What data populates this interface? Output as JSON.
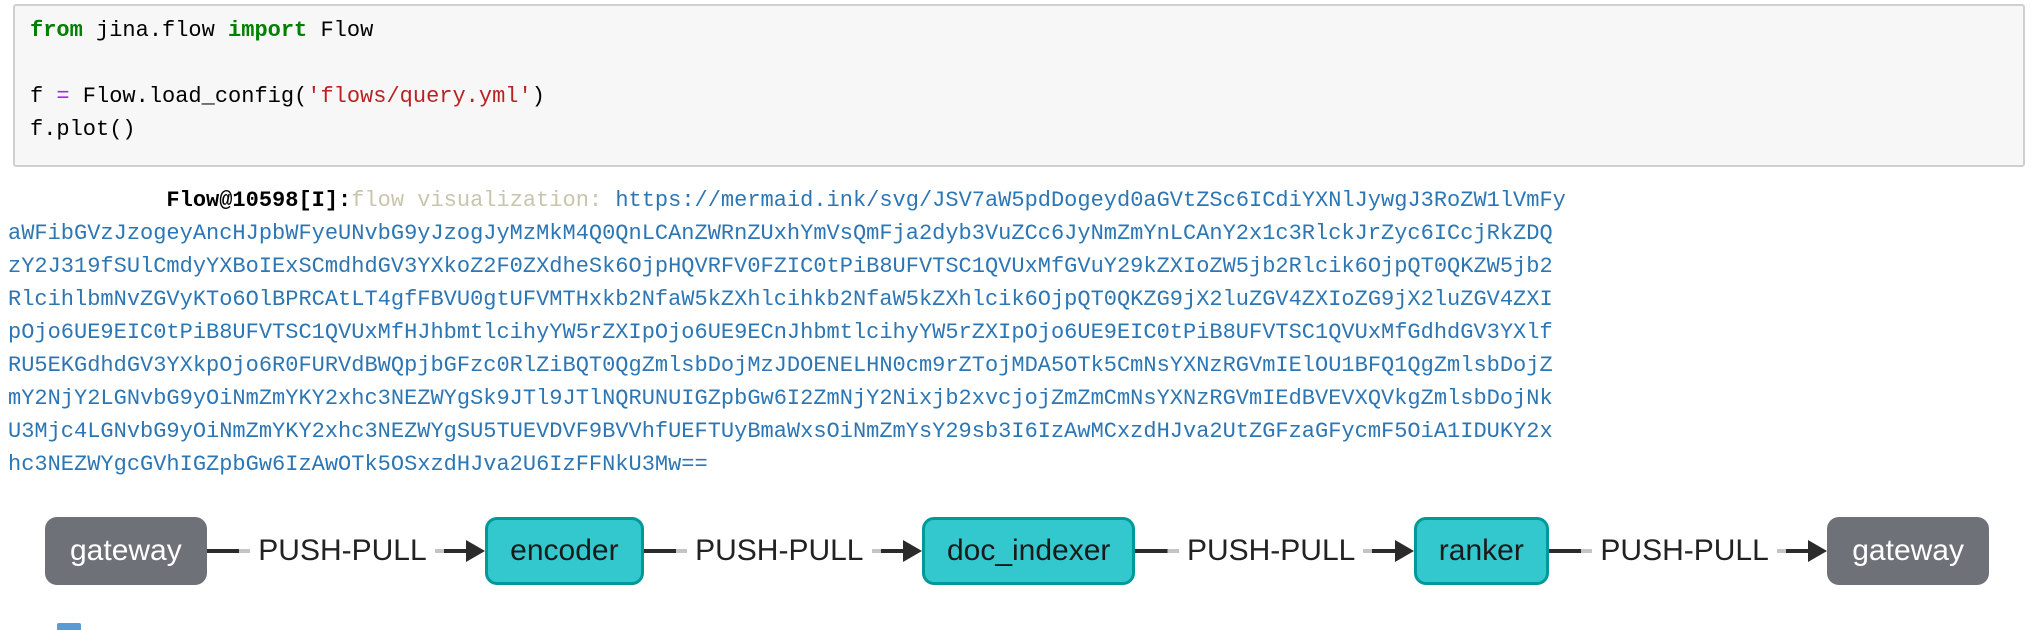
{
  "cell": {
    "prompt_fragment": ":",
    "code_tokens": [
      {
        "text": "from",
        "style": "keyword"
      },
      {
        "text": " jina.flow ",
        "style": "plain"
      },
      {
        "text": "import",
        "style": "keyword"
      },
      {
        "text": " Flow\n\nf ",
        "style": "plain"
      },
      {
        "text": "=",
        "style": "operator"
      },
      {
        "text": " Flow.load_config(",
        "style": "plain"
      },
      {
        "text": "'flows/query.yml'",
        "style": "string"
      },
      {
        "text": ")\nf.plot()",
        "style": "plain"
      }
    ]
  },
  "output_log": {
    "indent": "            ",
    "prefix": "Flow@10598[I]:",
    "label": "flow visualization: ",
    "link_lines": [
      "https://mermaid.ink/svg/JSV7aW5pdDogeyd0aGVtZSc6ICdiYXNlJywgJ3RoZW1lVmFy",
      "aWFibGVzJzogeyAncHJpbWFyeUNvbG9yJzogJyMzMkM4Q0QnLCAnZWRnZUxhYmVsQmFja2dyb3VuZCc6JyNmZmYnLCAnY2x1c3RlckJrZyc6ICcjRkZDQ",
      "zY2J319fSUlCmdyYXBoIExSCmdhdGV3YXkoZ2F0ZXdheSk6OjpHQVRFV0FZIC0tPiB8UFVTSC1QVUxMfGVuY29kZXIoZW5jb2Rlcik6OjpQT0QKZW5jb2",
      "RlcihlbmNvZGVyKTo6OlBPRCAtLT4gfFBVU0gtUFVMTHxkb2NfaW5kZXhlcihkb2NfaW5kZXhlcik6OjpQT0QKZG9jX2luZGV4ZXIoZG9jX2luZGV4ZXI",
      "pOjo6UE9EIC0tPiB8UFVTSC1QVUxMfHJhbmtlcihyYW5rZXIpOjo6UE9ECnJhbmtlcihyYW5rZXIpOjo6UE9EIC0tPiB8UFVTSC1QVUxMfGdhdGV3YXlf",
      "RU5EKGdhdGV3YXkpOjo6R0FURVdBWQpjbGFzc0RlZiBQT0QgZmlsbDojMzJDOENELHN0cm9rZTojMDA5OTk5CmNsYXNzRGVmIElOU1BFQ1QgZmlsbDojZ",
      "mY2NjY2LGNvbG9yOiNmZmYKY2xhc3NEZWYgSk9JTl9JTlNQRUNUIGZpbGw6I2ZmNjY2Nixjb2xvcjojZmZmCmNsYXNzRGVmIEdBVEVXQVkgZmlsbDojNk",
      "U3Mjc4LGNvbG9yOiNmZmYKY2xhc3NEZWYgSU5TUEVDVF9BVVhfUEFTUyBmaWxsOiNmZmYsY29sb3I6IzAwMCxzdHJva2UtZGFzaGFycmF5OiA1IDUKY2x",
      "hc3NEZWYgcGVhIGZpbGw6IzAwOTk5OSxzdHJva2U6IzFFNkU3Mw=="
    ]
  },
  "flow_diagram": {
    "nodes": [
      {
        "label": "gateway",
        "type": "gateway"
      },
      {
        "label": "encoder",
        "type": "pod"
      },
      {
        "label": "doc_indexer",
        "type": "pod"
      },
      {
        "label": "ranker",
        "type": "pod"
      },
      {
        "label": "gateway",
        "type": "gateway"
      }
    ],
    "edge_labels": [
      "PUSH-PULL",
      "PUSH-PULL",
      "PUSH-PULL",
      "PUSH-PULL"
    ],
    "colors": {
      "pod_fill": "#32C8CD",
      "pod_stroke": "#009999",
      "gateway_fill": "#6E7278",
      "gateway_text": "#ffffff",
      "edge": "#2b2b2b",
      "link_blue": "#2d76b4",
      "keyword_green": "#008000",
      "string_red": "#BA2121",
      "operator_purple": "#AA22FF"
    }
  }
}
